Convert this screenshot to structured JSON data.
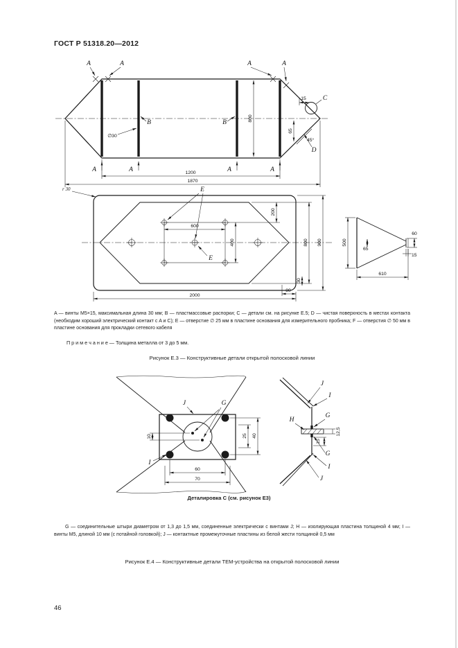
{
  "doc": {
    "header": "ГОСТ Р 51318.20—2012",
    "page_number": "46"
  },
  "fig_e3": {
    "d1": {
      "a": "A",
      "b": "B",
      "c": "C",
      "d": "D",
      "dia30": "∅30",
      "dim800": "800",
      "dim15": "15",
      "dim65": "65",
      "angle45": "45°",
      "dim1200": "1200",
      "dim1870": "1870"
    },
    "d2": {
      "r30": "r 30",
      "e": "E",
      "dim200": "200",
      "dim600": "600",
      "dim400": "400",
      "dim800": "800",
      "dim900": "900",
      "dim500": "500",
      "dim2000": "2000",
      "dim80": "80",
      "dim30": "30",
      "dim60": "60",
      "dim65": "65",
      "dim15": "15",
      "dim610": "610"
    },
    "legend": "A — винты М5×15, максимальная длина 30 мм; B — пластмассовые распорки; C — детали см. на рисунке Е.5; D — чистая поверхность в местах контакта (необходим хороший электрический контакт с A и C); E — отверстие ∅ 25 мм в пластине основания для измерительного пробника; F — отверстия ∅ 50 мм в пластине основания для прокладки сетевого кабеля",
    "note": "П р и м е ч а н и е — Толщина металла от 3 до 5 мм.",
    "caption": "Рисунок Е.3 — Конструктивные детали открытой полосковой линии"
  },
  "fig_e4": {
    "d": {
      "g": "G",
      "h": "H",
      "i": "I",
      "j": "J",
      "dim10": "10",
      "dim25": "25",
      "dim40": "40",
      "dim12_5": "12,5",
      "dim15": "15",
      "dim60": "60",
      "dim70": "70"
    },
    "subcaption": "Деталировка С (см. рисунок Е3)",
    "legend": "G — соединительные штыри диаметром от 1,3 до 1,5 мм, соединенные электрически с винтами J; H — изолирующая пластина толщиной 4 мм; I — винты М5, длиной 10 мм (с потайной головкой); J — контактные промежуточные пластины из белой жести толщиной 0,5 мм",
    "caption": "Рисунок Е.4 — Конструктивные детали ТЕМ-устройства на открытой полосковой линии"
  }
}
